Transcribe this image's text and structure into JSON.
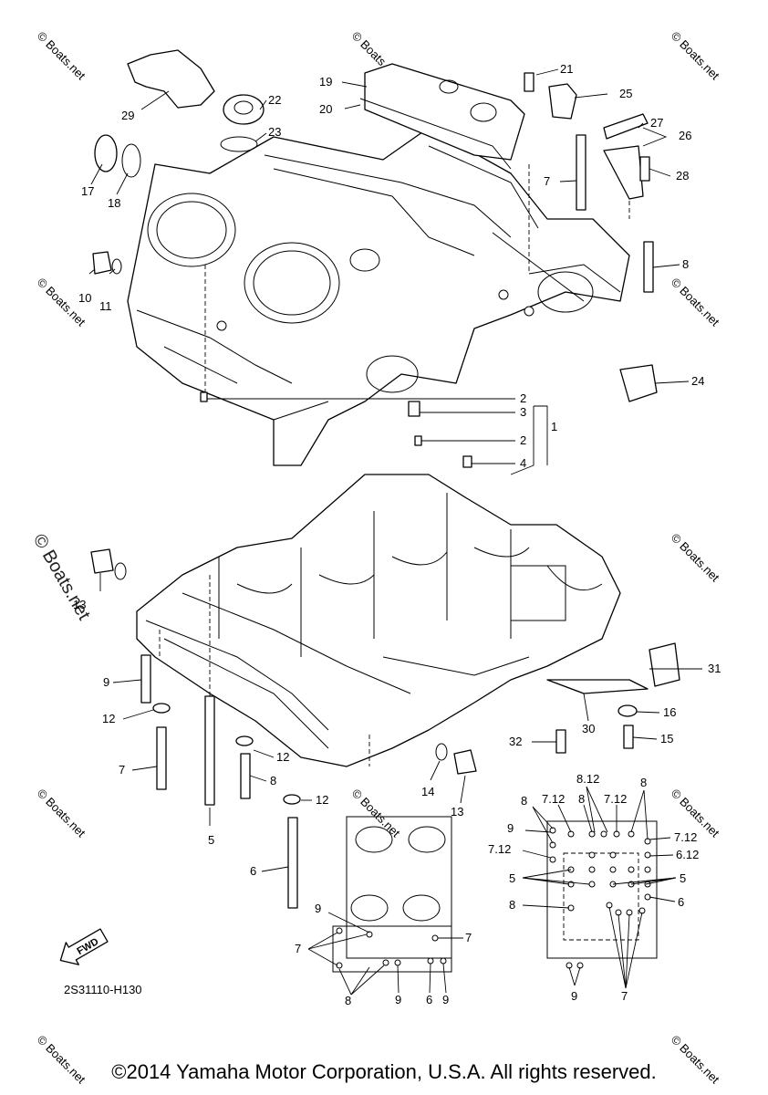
{
  "watermark": "© Boats.net",
  "watermark_side": "© Boats.net",
  "diagram_code": "2S31110-H130",
  "fwd_label": "FWD",
  "copyright": "©2014 Yamaha Motor Corporation, U.S.A. All rights reserved.",
  "callouts": {
    "p1": "1",
    "p2a": "2",
    "p2b": "2",
    "p3": "3",
    "p4": "4",
    "p5": "5",
    "p6": "6",
    "p7a": "7",
    "p7b": "7",
    "p8": "8",
    "p9": "9",
    "p10": "10",
    "p11": "11",
    "p12a": "12",
    "p12b": "12",
    "p12c": "12",
    "p13a": "13",
    "p13b": "13",
    "p14": "14",
    "p15": "15",
    "p16": "16",
    "p17": "17",
    "p18": "18",
    "p19": "19",
    "p20": "20",
    "p21": "21",
    "p22": "22",
    "p23": "23",
    "p24": "24",
    "p25": "25",
    "p26": "26",
    "p27": "27",
    "p28": "28",
    "p29": "29",
    "p30": "30",
    "p31": "31",
    "p32": "32"
  },
  "upper_pattern": {
    "l9": "9",
    "l7a": "7",
    "l7b": "7",
    "l8": "8",
    "l9b": "9",
    "l6": "6",
    "l9c": "9"
  },
  "lower_pattern": {
    "l8_12": "8.12",
    "l8a": "8",
    "l7_12a": "7.12",
    "l8b": "8",
    "l7_12b": "7.12",
    "l8c": "8",
    "l9": "9",
    "l7_12c": "7.12",
    "l7_12d": "7.12",
    "l6_12": "6.12",
    "l5a": "5",
    "l5b": "5",
    "l6": "6",
    "l8d": "8",
    "l9b": "9",
    "l7": "7"
  }
}
